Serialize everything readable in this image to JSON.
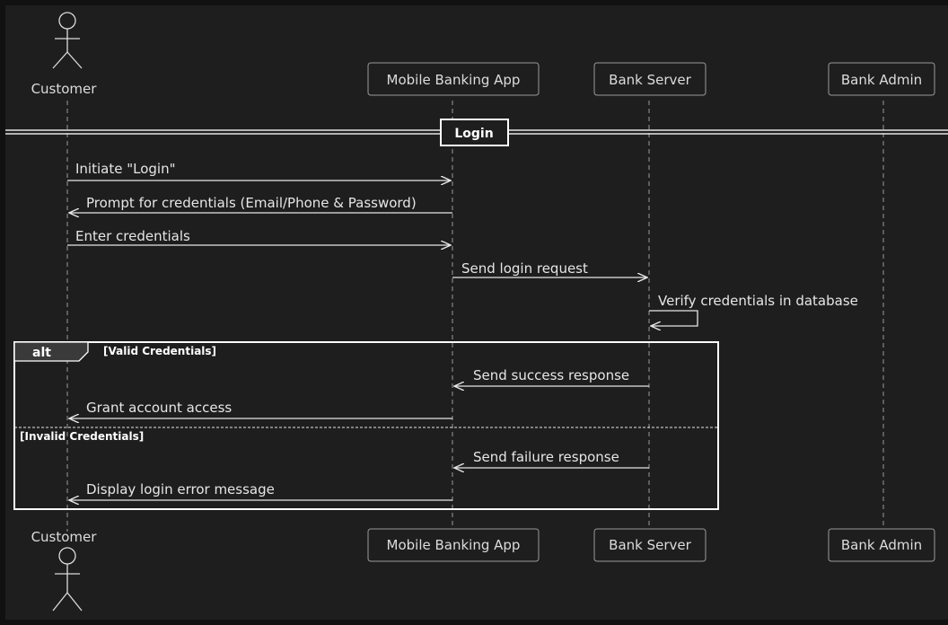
{
  "participants": [
    {
      "id": "customer",
      "name": "Customer",
      "kind": "actor"
    },
    {
      "id": "app",
      "name": "Mobile Banking App",
      "kind": "box"
    },
    {
      "id": "server",
      "name": "Bank Server",
      "kind": "box"
    },
    {
      "id": "admin",
      "name": "Bank Admin",
      "kind": "box"
    }
  ],
  "divider": {
    "label": "Login"
  },
  "messages": [
    {
      "from": "customer",
      "to": "app",
      "text": "Initiate \"Login\""
    },
    {
      "from": "app",
      "to": "customer",
      "text": "Prompt for credentials (Email/Phone & Password)"
    },
    {
      "from": "customer",
      "to": "app",
      "text": "Enter credentials"
    },
    {
      "from": "app",
      "to": "server",
      "text": "Send login request"
    },
    {
      "from": "server",
      "to": "server",
      "text": "Verify credentials in database"
    },
    {
      "from": "server",
      "to": "app",
      "text": "Send success response"
    },
    {
      "from": "app",
      "to": "customer",
      "text": "Grant account access"
    },
    {
      "from": "server",
      "to": "app",
      "text": "Send failure response"
    },
    {
      "from": "app",
      "to": "customer",
      "text": "Display login error message"
    }
  ],
  "alt": {
    "keyword": "alt",
    "condition": "[Valid Credentials]",
    "else_condition": "[Invalid Credentials]"
  },
  "colors": {
    "background": "#1e1e1e",
    "line": "#e6e6e6",
    "box_border": "#9a9a9a",
    "frame_tab": "#3a3a3a"
  }
}
